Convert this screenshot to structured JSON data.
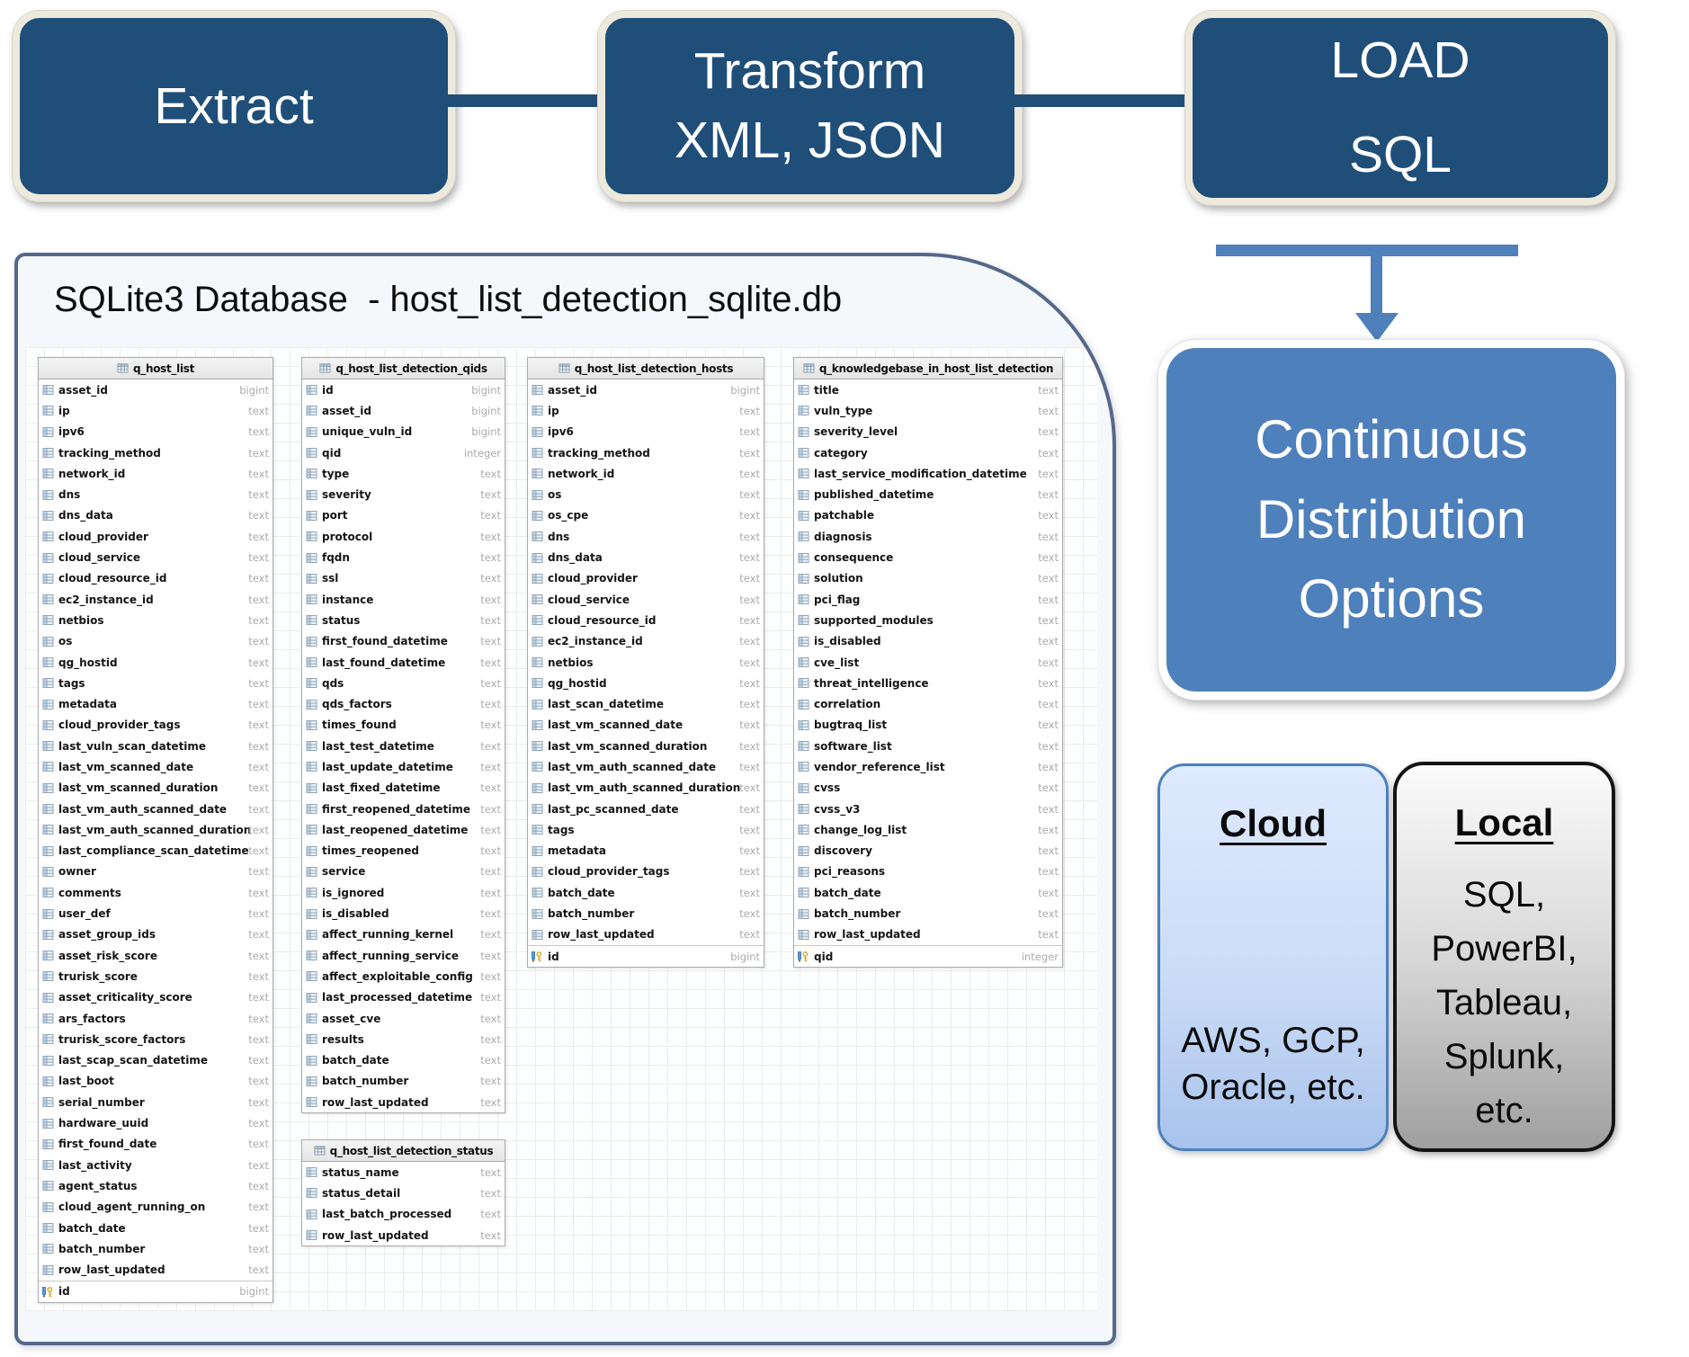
{
  "flow": {
    "extract_label": "Extract",
    "transform_label": "Transform\nXML, JSON",
    "load_label": "LOAD\nSQL"
  },
  "database": {
    "title": "SQLite3 Database  - host_list_detection_sqlite.db",
    "tables": [
      {
        "name": "q_host_list",
        "columns": [
          [
            "asset_id",
            "bigint"
          ],
          [
            "ip",
            "text"
          ],
          [
            "ipv6",
            "text"
          ],
          [
            "tracking_method",
            "text"
          ],
          [
            "network_id",
            "text"
          ],
          [
            "dns",
            "text"
          ],
          [
            "dns_data",
            "text"
          ],
          [
            "cloud_provider",
            "text"
          ],
          [
            "cloud_service",
            "text"
          ],
          [
            "cloud_resource_id",
            "text"
          ],
          [
            "ec2_instance_id",
            "text"
          ],
          [
            "netbios",
            "text"
          ],
          [
            "os",
            "text"
          ],
          [
            "qg_hostid",
            "text"
          ],
          [
            "tags",
            "text"
          ],
          [
            "metadata",
            "text"
          ],
          [
            "cloud_provider_tags",
            "text"
          ],
          [
            "last_vuln_scan_datetime",
            "text"
          ],
          [
            "last_vm_scanned_date",
            "text"
          ],
          [
            "last_vm_scanned_duration",
            "text"
          ],
          [
            "last_vm_auth_scanned_date",
            "text"
          ],
          [
            "last_vm_auth_scanned_duration",
            "text"
          ],
          [
            "last_compliance_scan_datetime",
            "text"
          ],
          [
            "owner",
            "text"
          ],
          [
            "comments",
            "text"
          ],
          [
            "user_def",
            "text"
          ],
          [
            "asset_group_ids",
            "text"
          ],
          [
            "asset_risk_score",
            "text"
          ],
          [
            "trurisk_score",
            "text"
          ],
          [
            "asset_criticality_score",
            "text"
          ],
          [
            "ars_factors",
            "text"
          ],
          [
            "trurisk_score_factors",
            "text"
          ],
          [
            "last_scap_scan_datetime",
            "text"
          ],
          [
            "last_boot",
            "text"
          ],
          [
            "serial_number",
            "text"
          ],
          [
            "hardware_uuid",
            "text"
          ],
          [
            "first_found_date",
            "text"
          ],
          [
            "last_activity",
            "text"
          ],
          [
            "agent_status",
            "text"
          ],
          [
            "cloud_agent_running_on",
            "text"
          ],
          [
            "batch_date",
            "text"
          ],
          [
            "batch_number",
            "text"
          ],
          [
            "row_last_updated",
            "text"
          ],
          [
            "id",
            "bigint",
            "pk"
          ]
        ]
      },
      {
        "name": "q_host_list_detection_qids",
        "columns": [
          [
            "id",
            "bigint"
          ],
          [
            "asset_id",
            "bigint"
          ],
          [
            "unique_vuln_id",
            "bigint"
          ],
          [
            "qid",
            "integer"
          ],
          [
            "type",
            "text"
          ],
          [
            "severity",
            "text"
          ],
          [
            "port",
            "text"
          ],
          [
            "protocol",
            "text"
          ],
          [
            "fqdn",
            "text"
          ],
          [
            "ssl",
            "text"
          ],
          [
            "instance",
            "text"
          ],
          [
            "status",
            "text"
          ],
          [
            "first_found_datetime",
            "text"
          ],
          [
            "last_found_datetime",
            "text"
          ],
          [
            "qds",
            "text"
          ],
          [
            "qds_factors",
            "text"
          ],
          [
            "times_found",
            "text"
          ],
          [
            "last_test_datetime",
            "text"
          ],
          [
            "last_update_datetime",
            "text"
          ],
          [
            "last_fixed_datetime",
            "text"
          ],
          [
            "first_reopened_datetime",
            "text"
          ],
          [
            "last_reopened_datetime",
            "text"
          ],
          [
            "times_reopened",
            "text"
          ],
          [
            "service",
            "text"
          ],
          [
            "is_ignored",
            "text"
          ],
          [
            "is_disabled",
            "text"
          ],
          [
            "affect_running_kernel",
            "text"
          ],
          [
            "affect_running_service",
            "text"
          ],
          [
            "affect_exploitable_config",
            "text"
          ],
          [
            "last_processed_datetime",
            "text"
          ],
          [
            "asset_cve",
            "text"
          ],
          [
            "results",
            "text"
          ],
          [
            "batch_date",
            "text"
          ],
          [
            "batch_number",
            "text"
          ],
          [
            "row_last_updated",
            "text"
          ]
        ]
      },
      {
        "name": "q_host_list_detection_hosts",
        "columns": [
          [
            "asset_id",
            "bigint"
          ],
          [
            "ip",
            "text"
          ],
          [
            "ipv6",
            "text"
          ],
          [
            "tracking_method",
            "text"
          ],
          [
            "network_id",
            "text"
          ],
          [
            "os",
            "text"
          ],
          [
            "os_cpe",
            "text"
          ],
          [
            "dns",
            "text"
          ],
          [
            "dns_data",
            "text"
          ],
          [
            "cloud_provider",
            "text"
          ],
          [
            "cloud_service",
            "text"
          ],
          [
            "cloud_resource_id",
            "text"
          ],
          [
            "ec2_instance_id",
            "text"
          ],
          [
            "netbios",
            "text"
          ],
          [
            "qg_hostid",
            "text"
          ],
          [
            "last_scan_datetime",
            "text"
          ],
          [
            "last_vm_scanned_date",
            "text"
          ],
          [
            "last_vm_scanned_duration",
            "text"
          ],
          [
            "last_vm_auth_scanned_date",
            "text"
          ],
          [
            "last_vm_auth_scanned_duration",
            "text"
          ],
          [
            "last_pc_scanned_date",
            "text"
          ],
          [
            "tags",
            "text"
          ],
          [
            "metadata",
            "text"
          ],
          [
            "cloud_provider_tags",
            "text"
          ],
          [
            "batch_date",
            "text"
          ],
          [
            "batch_number",
            "text"
          ],
          [
            "row_last_updated",
            "text"
          ],
          [
            "id",
            "bigint",
            "pk"
          ]
        ]
      },
      {
        "name": "q_knowledgebase_in_host_list_detection",
        "columns": [
          [
            "title",
            "text"
          ],
          [
            "vuln_type",
            "text"
          ],
          [
            "severity_level",
            "text"
          ],
          [
            "category",
            "text"
          ],
          [
            "last_service_modification_datetime",
            "text"
          ],
          [
            "published_datetime",
            "text"
          ],
          [
            "patchable",
            "text"
          ],
          [
            "diagnosis",
            "text"
          ],
          [
            "consequence",
            "text"
          ],
          [
            "solution",
            "text"
          ],
          [
            "pci_flag",
            "text"
          ],
          [
            "supported_modules",
            "text"
          ],
          [
            "is_disabled",
            "text"
          ],
          [
            "cve_list",
            "text"
          ],
          [
            "threat_intelligence",
            "text"
          ],
          [
            "correlation",
            "text"
          ],
          [
            "bugtraq_list",
            "text"
          ],
          [
            "software_list",
            "text"
          ],
          [
            "vendor_reference_list",
            "text"
          ],
          [
            "cvss",
            "text"
          ],
          [
            "cvss_v3",
            "text"
          ],
          [
            "change_log_list",
            "text"
          ],
          [
            "discovery",
            "text"
          ],
          [
            "pci_reasons",
            "text"
          ],
          [
            "batch_date",
            "text"
          ],
          [
            "batch_number",
            "text"
          ],
          [
            "row_last_updated",
            "text"
          ],
          [
            "qid",
            "integer",
            "pk"
          ]
        ]
      },
      {
        "name": "q_host_list_detection_status",
        "columns": [
          [
            "status_name",
            "text"
          ],
          [
            "status_detail",
            "text"
          ],
          [
            "last_batch_processed",
            "text"
          ],
          [
            "row_last_updated",
            "text"
          ]
        ]
      }
    ]
  },
  "distribution": {
    "title": "Continuous\nDistribution\nOptions"
  },
  "cloud": {
    "title": "Cloud",
    "body": "AWS, GCP,\nOracle, etc."
  },
  "local": {
    "title": "Local",
    "body": "SQL,\nPowerBI,\nTableau,\nSplunk,\netc."
  },
  "colors": {
    "navy": "#1F4E79",
    "accent_blue": "#4E80BC",
    "cream_border": "#EDE9DC",
    "panel_border": "#55678A",
    "column_type_text": "#ABABAB"
  }
}
